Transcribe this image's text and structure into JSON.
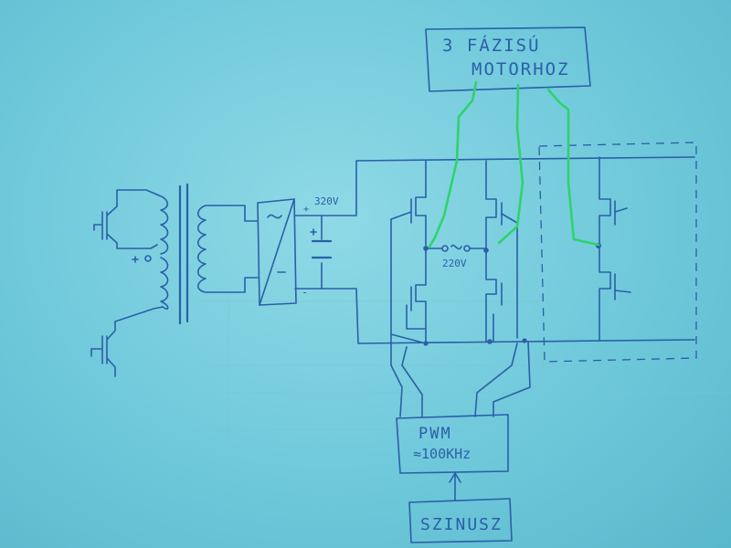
{
  "labels": {
    "motor_line1": "3 FÁZISÚ",
    "motor_line2": "MOTORHOZ",
    "dc_voltage": "320V",
    "dc_plus": "+",
    "dc_minus": "-",
    "ac_output": "220V",
    "pwm_line1": "PWM",
    "pwm_line2": "≈100KHz",
    "sine_source": "SZINUSZ"
  },
  "colors": {
    "ink": "#2b5fa8",
    "motor_wiring": "#2fd36b",
    "paper": "#7fd0e0"
  }
}
